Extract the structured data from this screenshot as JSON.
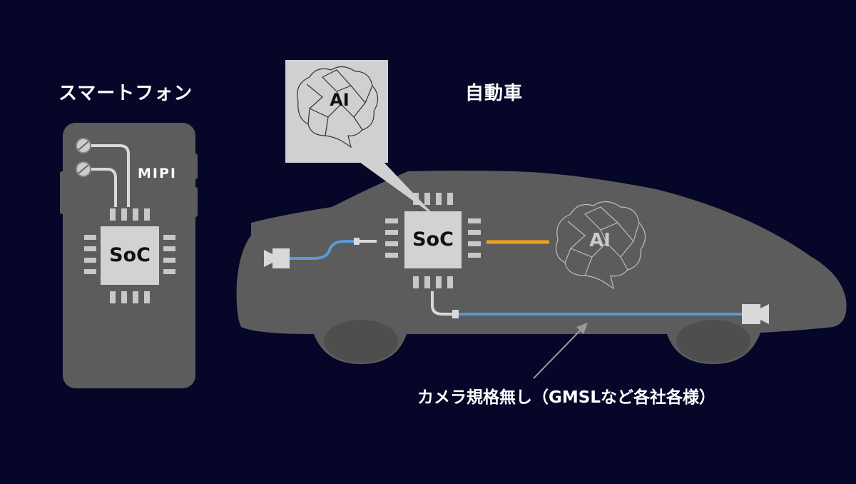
{
  "diagram": {
    "left_title": "スマートフォン",
    "right_title": "自動車",
    "interface_label": "MIPI",
    "phone_chip_label": "SoC",
    "car_chip_label": "SoC",
    "ai_bubble_label": "AI",
    "ai_car_label": "AI",
    "camera_note": "カメラ規格無し（GMSLなど各社各様）"
  },
  "colors": {
    "background": "#050628",
    "device_body": "#5c5c5c",
    "chip": "#d2d2d2",
    "cable_blue": "#5a9ad6",
    "link_orange": "#f2a21b"
  },
  "icons": [
    "camera-icon",
    "brain-icon"
  ]
}
